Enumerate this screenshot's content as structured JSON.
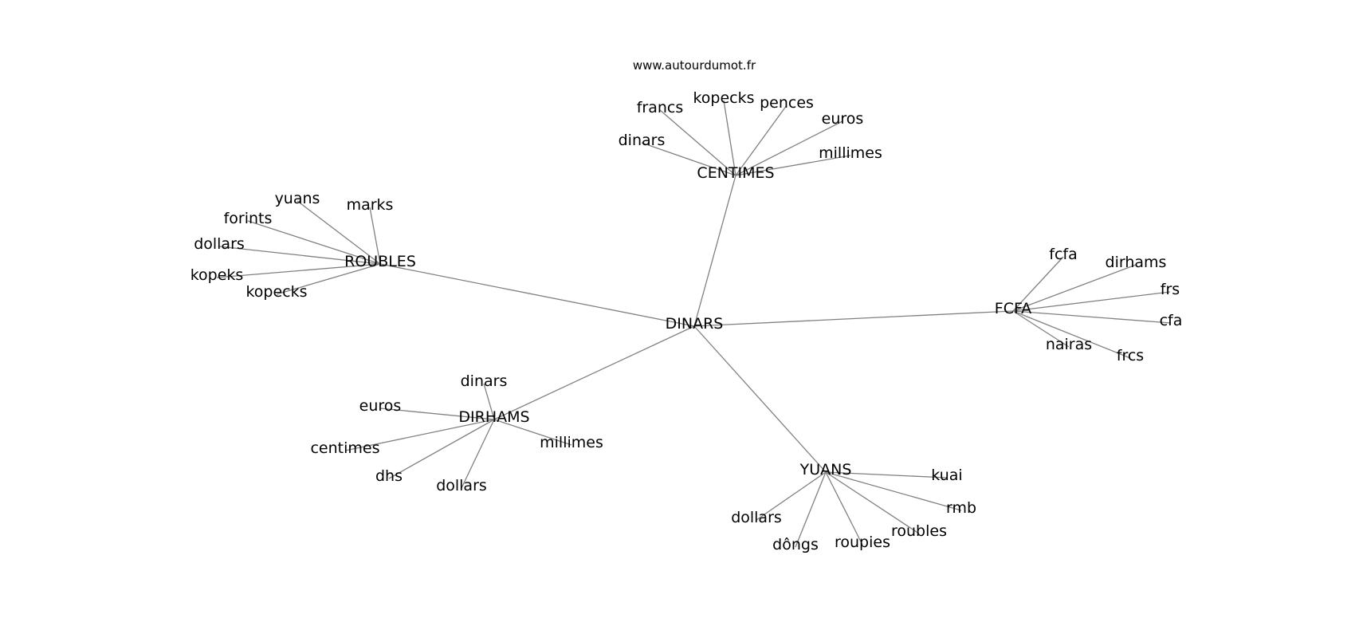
{
  "source": "www.autourdumot.fr",
  "graph": {
    "center": "DINARS",
    "hubs": [
      {
        "id": "centimes",
        "label": "CENTIMES",
        "leaves": [
          {
            "id": "centimes-dinars",
            "label": "dinars"
          },
          {
            "id": "centimes-francs",
            "label": "francs"
          },
          {
            "id": "centimes-kopecks",
            "label": "kopecks"
          },
          {
            "id": "centimes-pences",
            "label": "pences"
          },
          {
            "id": "centimes-euros",
            "label": "euros"
          },
          {
            "id": "centimes-millimes",
            "label": "millimes"
          }
        ]
      },
      {
        "id": "roubles",
        "label": "ROUBLES",
        "leaves": [
          {
            "id": "roubles-yuans",
            "label": "yuans"
          },
          {
            "id": "roubles-marks",
            "label": "marks"
          },
          {
            "id": "roubles-forints",
            "label": "forints"
          },
          {
            "id": "roubles-dollars",
            "label": "dollars"
          },
          {
            "id": "roubles-kopeks",
            "label": "kopeks"
          },
          {
            "id": "roubles-kopecks",
            "label": "kopecks"
          }
        ]
      },
      {
        "id": "fcfa",
        "label": "FCFA",
        "leaves": [
          {
            "id": "fcfa-fcfa",
            "label": "fcfa"
          },
          {
            "id": "fcfa-dirhams",
            "label": "dirhams"
          },
          {
            "id": "fcfa-frs",
            "label": "frs"
          },
          {
            "id": "fcfa-cfa",
            "label": "cfa"
          },
          {
            "id": "fcfa-nairas",
            "label": "nairas"
          },
          {
            "id": "fcfa-frcs",
            "label": "frcs"
          }
        ]
      },
      {
        "id": "dirhams",
        "label": "DIRHAMS",
        "leaves": [
          {
            "id": "dirhams-dinars",
            "label": "dinars"
          },
          {
            "id": "dirhams-euros",
            "label": "euros"
          },
          {
            "id": "dirhams-centimes",
            "label": "centimes"
          },
          {
            "id": "dirhams-millimes",
            "label": "millimes"
          },
          {
            "id": "dirhams-dhs",
            "label": "dhs"
          },
          {
            "id": "dirhams-dollars",
            "label": "dollars"
          }
        ]
      },
      {
        "id": "yuans",
        "label": "YUANS",
        "leaves": [
          {
            "id": "yuans-kuai",
            "label": "kuai"
          },
          {
            "id": "yuans-rmb",
            "label": "rmb"
          },
          {
            "id": "yuans-roubles",
            "label": "roubles"
          },
          {
            "id": "yuans-roupies",
            "label": "roupies"
          },
          {
            "id": "yuans-dongs",
            "label": "dôngs"
          },
          {
            "id": "yuans-dollars",
            "label": "dollars"
          }
        ]
      }
    ]
  }
}
